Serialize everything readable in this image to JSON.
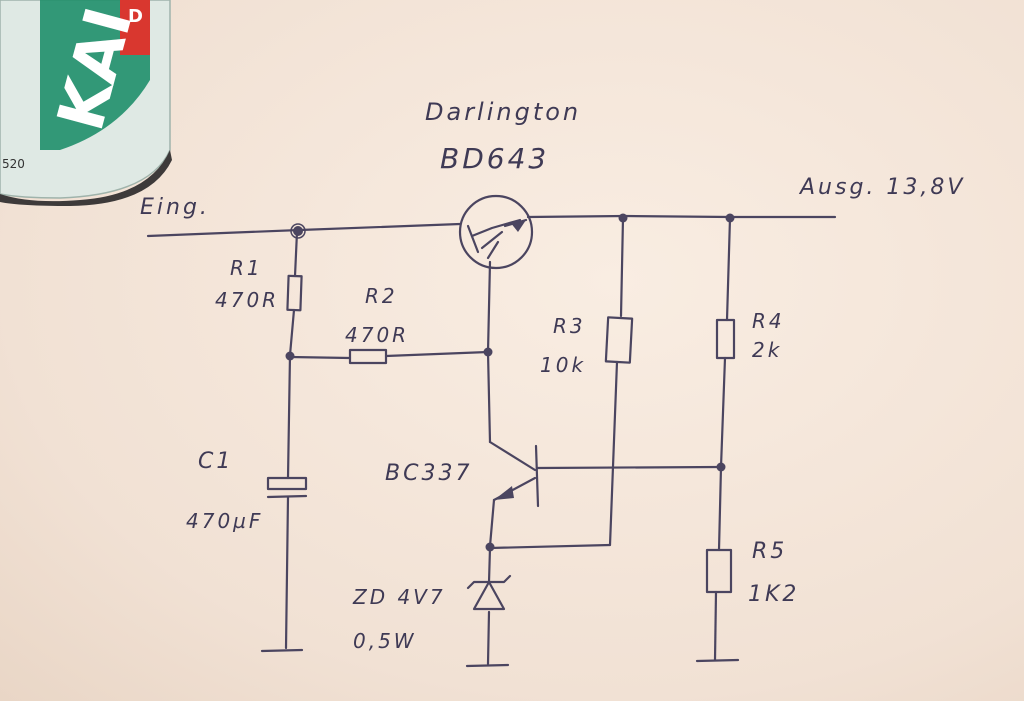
{
  "can": {
    "brand_text": "KAI",
    "small_text": "D",
    "code_text": "520",
    "colors": {
      "body": "#dfe9e4",
      "green": "#1f8f6a",
      "red": "#d9372f"
    }
  },
  "labels": {
    "transistor_title": "Darlington",
    "transistor_part": "BD643",
    "input": "Eing.",
    "output": "Ausg. 13,8V",
    "r1_name": "R1",
    "r1_value": "470R",
    "r2_name": "R2",
    "r2_value": "470R",
    "r3_name": "R3",
    "r3_value": "10k",
    "r4_name": "R4",
    "r4_value": "2k",
    "r5_name": "R5",
    "r5_value": "1K2",
    "c1_name": "C1",
    "c1_value": "470µF",
    "q2_part": "BC337",
    "zener_part": "ZD 4V7",
    "zener_power": "0,5W"
  },
  "colors": {
    "paper": "#f4e6da",
    "ink": "#4b4560"
  }
}
